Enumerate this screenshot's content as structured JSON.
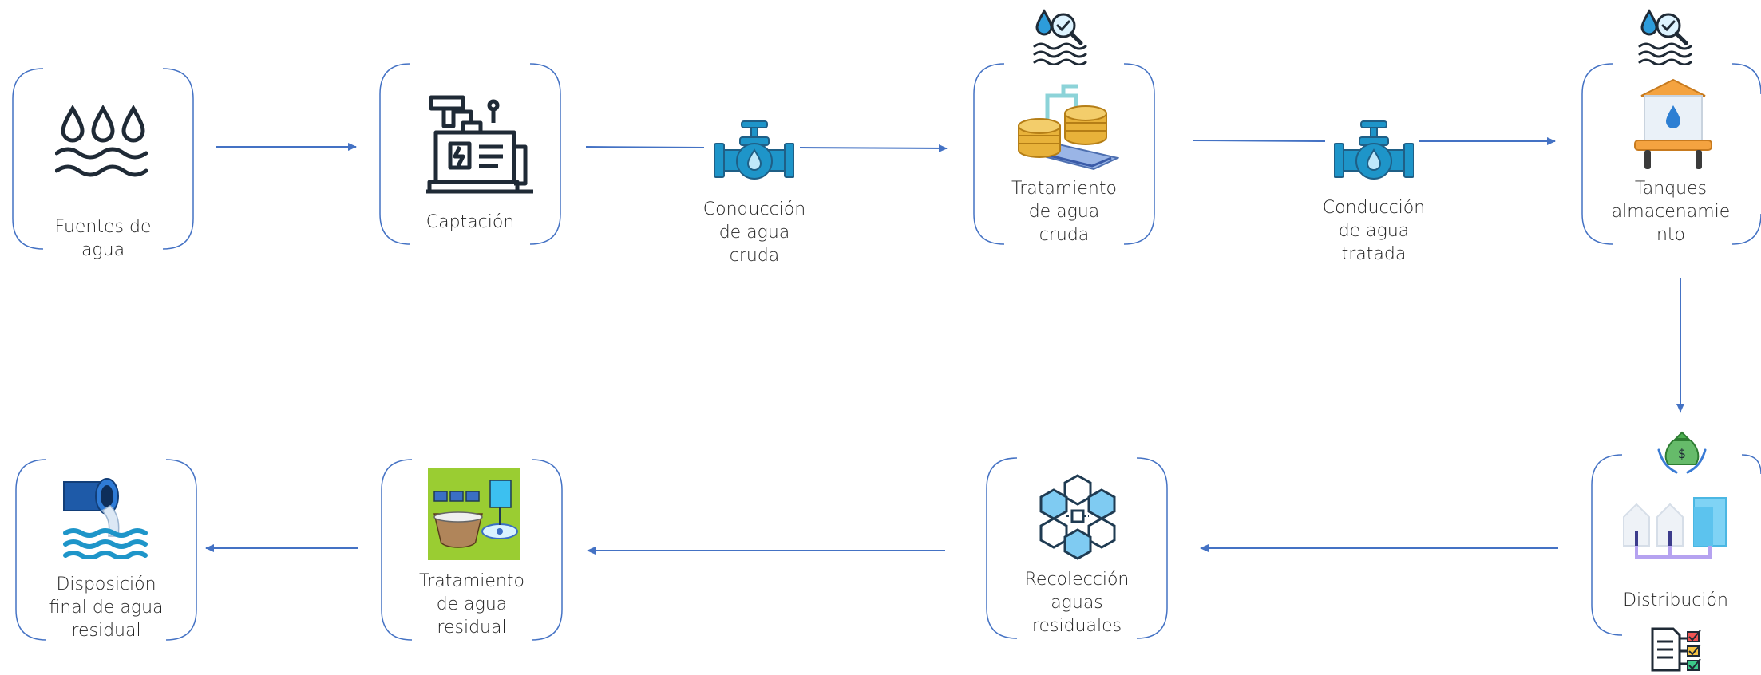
{
  "diagram": {
    "colors": {
      "arrow": "#4472C4",
      "frame": "#4472C4",
      "valve": "#1E95C9",
      "accent_gold": "#E8B23A",
      "dark_icon": "#1F2A36",
      "lime": "#9ACD32",
      "light_blue": "#7FD3F5"
    },
    "nodes": [
      {
        "id": "fuentes",
        "label": "Fuentes de agua",
        "icon": "water-drops-icon"
      },
      {
        "id": "captacion",
        "label": "Captación",
        "icon": "pump-engine-icon"
      },
      {
        "id": "conduccion-cruda",
        "label": "Conducción de agua cruda",
        "icon": "valve-icon"
      },
      {
        "id": "tratamiento-cruda",
        "label": "Tratamiento de agua cruda",
        "icon": "treatment-plant-icon"
      },
      {
        "id": "conduccion-tratada",
        "label": "Conducción de agua tratada",
        "icon": "valve-icon"
      },
      {
        "id": "tanques",
        "label": "Tanques almacenamiento",
        "icon": "water-tower-icon"
      },
      {
        "id": "distribucion",
        "label": "Distribución",
        "icon": "distribution-network-icon"
      },
      {
        "id": "recoleccion",
        "label": "Recolección aguas residuales",
        "icon": "hexagon-network-icon"
      },
      {
        "id": "tratamiento-residual",
        "label": "Tratamiento de agua residual",
        "icon": "wastewater-plant-icon"
      },
      {
        "id": "disposicion",
        "label": "Disposición final de agua residual",
        "icon": "discharge-pipe-icon"
      }
    ],
    "badges": [
      {
        "attached_to": "tratamiento-cruda",
        "icon": "water-quality-inspection-icon"
      },
      {
        "attached_to": "tanques",
        "icon": "water-quality-inspection-icon"
      },
      {
        "attached_to": "distribucion",
        "icon": "money-bag-hands-icon"
      },
      {
        "attached_to": "distribucion",
        "icon": "checklist-icon"
      }
    ],
    "edges": [
      {
        "from": "fuentes",
        "to": "captacion"
      },
      {
        "from": "captacion",
        "to": "conduccion-cruda"
      },
      {
        "from": "conduccion-cruda",
        "to": "tratamiento-cruda"
      },
      {
        "from": "tratamiento-cruda",
        "to": "conduccion-tratada"
      },
      {
        "from": "conduccion-tratada",
        "to": "tanques"
      },
      {
        "from": "tanques",
        "to": "distribucion"
      },
      {
        "from": "distribucion",
        "to": "recoleccion"
      },
      {
        "from": "recoleccion",
        "to": "tratamiento-residual"
      },
      {
        "from": "tratamiento-residual",
        "to": "disposicion"
      }
    ]
  },
  "labels": {
    "fuentes": [
      "Fuentes de",
      "agua"
    ],
    "captacion": [
      "Captación"
    ],
    "conduccion_cruda": [
      "Conducción",
      "de agua",
      "cruda"
    ],
    "tratamiento_cruda": [
      "Tratamiento",
      "de agua",
      "cruda"
    ],
    "conduccion_tratada": [
      "Conducción",
      "de agua",
      "tratada"
    ],
    "tanques": [
      "Tanques",
      "almacenamie",
      "nto"
    ],
    "distribucion": [
      "Distribución"
    ],
    "recoleccion": [
      "Recolección",
      "aguas",
      "residuales"
    ],
    "tratamiento_residual": [
      "Tratamiento",
      "de agua",
      "residual"
    ],
    "disposicion": [
      "Disposición",
      "final de agua",
      "residual"
    ]
  }
}
